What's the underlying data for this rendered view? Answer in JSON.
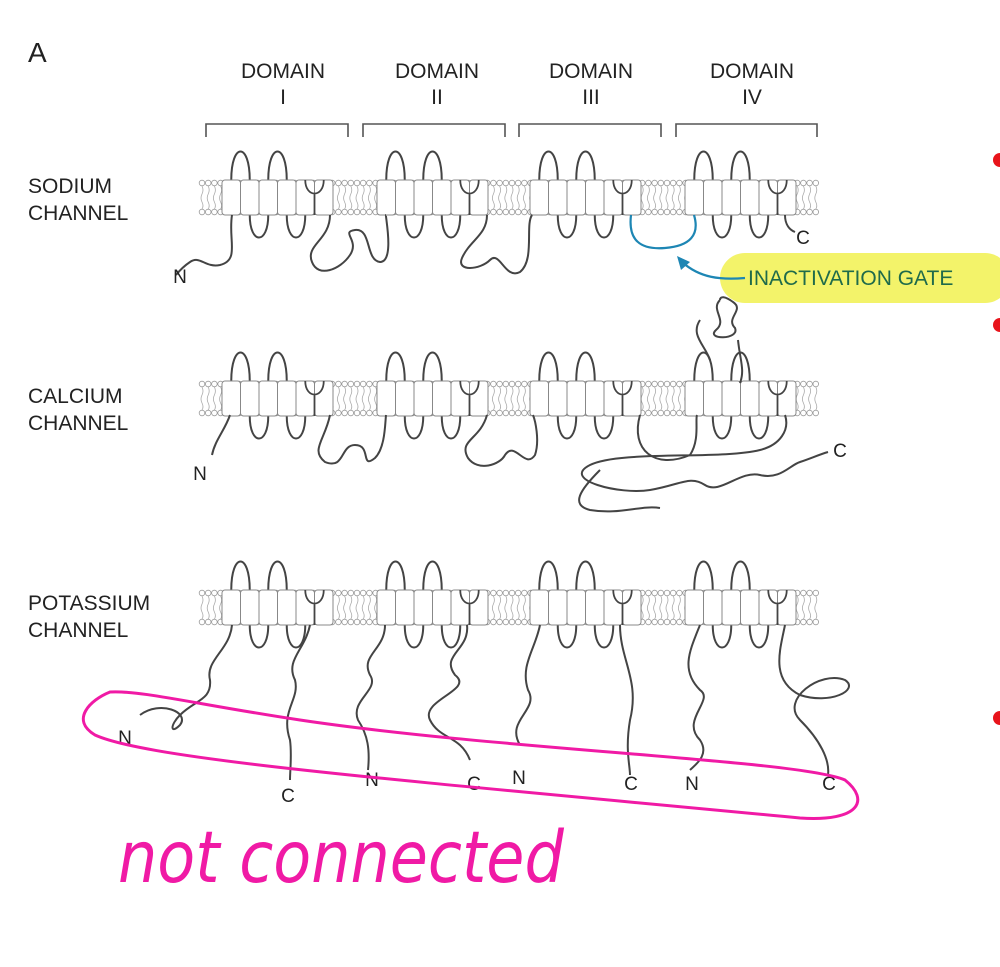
{
  "panel_label": "A",
  "domains": [
    {
      "line1": "DOMAIN",
      "line2": "I"
    },
    {
      "line1": "DOMAIN",
      "line2": "II"
    },
    {
      "line1": "DOMAIN",
      "line2": "III"
    },
    {
      "line1": "DOMAIN",
      "line2": "IV"
    }
  ],
  "channels": [
    {
      "line1": "SODIUM",
      "line2": "CHANNEL"
    },
    {
      "line1": "CALCIUM",
      "line2": "CHANNEL"
    },
    {
      "line1": "POTASSIUM",
      "line2": "CHANNEL"
    }
  ],
  "termini": {
    "n": "N",
    "c": "C"
  },
  "annotation": {
    "gate_label": "INACTIVATION GATE",
    "handwritten": "not connected"
  },
  "colors": {
    "gate": "#1d86b4",
    "highlight": "#f3f36a",
    "pink": "#f01aa5",
    "bullet": "#e8141b",
    "line": "#444444"
  }
}
